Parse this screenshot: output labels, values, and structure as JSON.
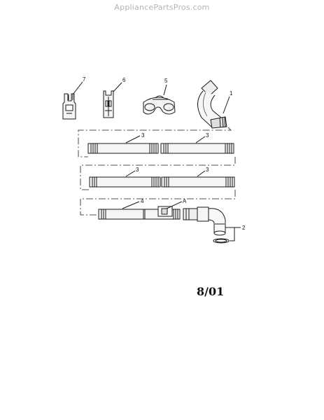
{
  "watermark": "AppliancePartsPros.com",
  "date_code": "8/01",
  "callouts": {
    "p1": "1",
    "p2": "2",
    "p3a": "3",
    "p3b": "3",
    "p3c": "3",
    "p3d": "3",
    "p4": "4",
    "p5": "5",
    "p6": "6",
    "p7": "7",
    "pA": "A"
  }
}
